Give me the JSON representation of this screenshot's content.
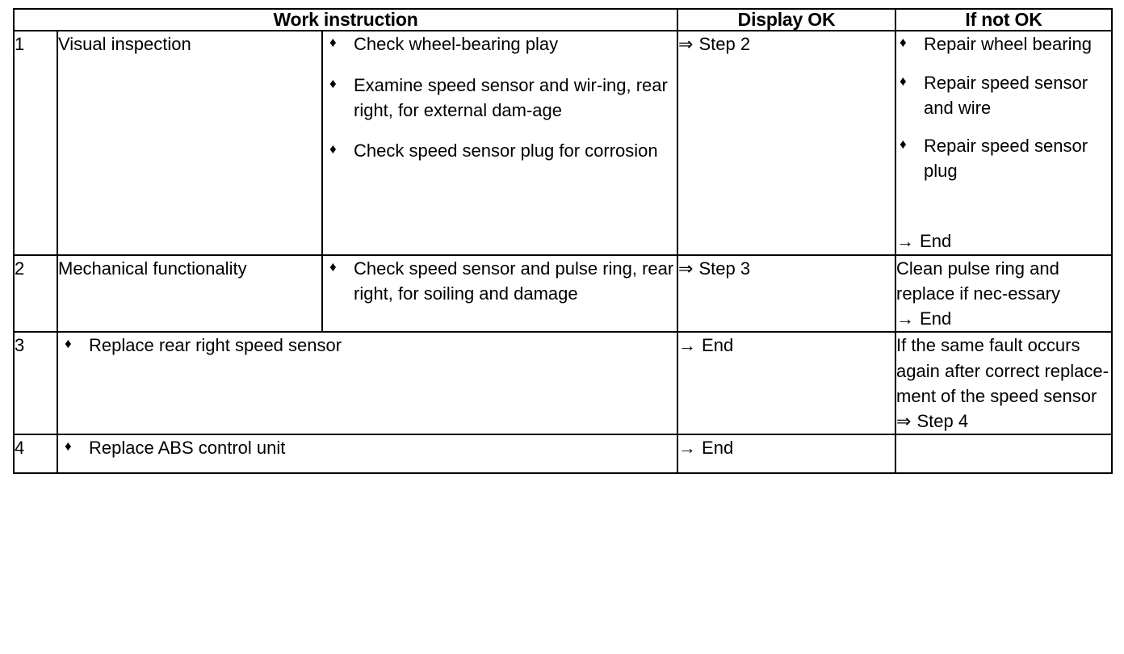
{
  "table": {
    "headers": {
      "work_instruction": "Work instruction",
      "display_ok": "Display OK",
      "if_not_ok": "If not OK"
    },
    "bullet_glyph": "♦",
    "arrow_single": "→",
    "arrow_double": "⇒",
    "rows": [
      {
        "number": "1",
        "task": "Visual inspection",
        "details": [
          "Check wheel-bearing play",
          "Examine speed sensor and wir-​ing, rear right, for external dam-​age",
          "Check speed sensor plug for corrosion"
        ],
        "display_ok": "⇒ Step 2",
        "display_ok_arrow": "⇒",
        "display_ok_label": "Step 2",
        "if_not_ok_bullets": [
          "Repair wheel bearing",
          "Repair speed sensor and wire",
          "Repair speed sensor plug"
        ],
        "if_not_ok_end_arrow": "→",
        "if_not_ok_end_label": "End"
      },
      {
        "number": "2",
        "task": "Mechanical functionality",
        "details": [
          "Check speed sensor and pulse ring, rear right, for soiling and damage"
        ],
        "display_ok": "⇒ Step 3",
        "display_ok_arrow": "⇒",
        "display_ok_label": "Step 3",
        "if_not_ok_text": "Clean pulse ring and replace if nec-essary",
        "if_not_ok_end_arrow": "→",
        "if_not_ok_end_label": "End"
      },
      {
        "number": "3",
        "task_merged": "Replace rear right speed sensor",
        "display_ok": "→ End",
        "display_ok_arrow": "→",
        "display_ok_label": "End",
        "if_not_ok_text": "If the same fault occurs again after correct replace-ment of the speed sensor",
        "if_not_ok_end_arrow": "⇒",
        "if_not_ok_end_label": "Step 4"
      },
      {
        "number": "4",
        "task_merged": "Replace ABS control unit",
        "display_ok": "→ End",
        "display_ok_arrow": "→",
        "display_ok_label": "End",
        "if_not_ok_text": ""
      }
    ]
  }
}
